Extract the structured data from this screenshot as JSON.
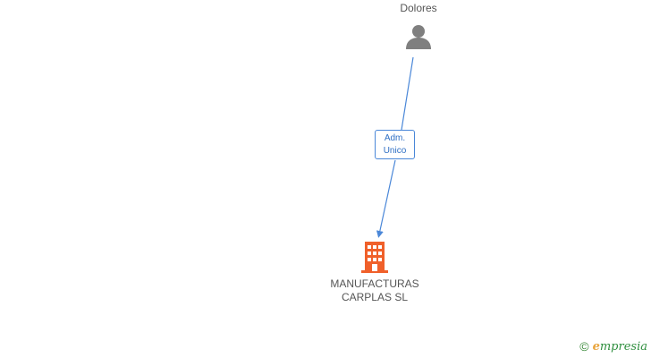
{
  "nodes": {
    "person": {
      "label": "Dolores",
      "icon": "person-icon",
      "color": "#7f7f7f"
    },
    "company": {
      "label_line1": "MANUFACTURAS",
      "label_line2": "CARPLAS SL",
      "icon": "building-icon",
      "color": "#f0602a"
    }
  },
  "edges": [
    {
      "from": "person",
      "to": "company",
      "role_line1": "Adm.",
      "role_line2": "Unico",
      "color": "#4a87d8"
    }
  ],
  "watermark": {
    "copyright": "©",
    "brand_initial": "e",
    "brand_rest": "mpresia"
  }
}
